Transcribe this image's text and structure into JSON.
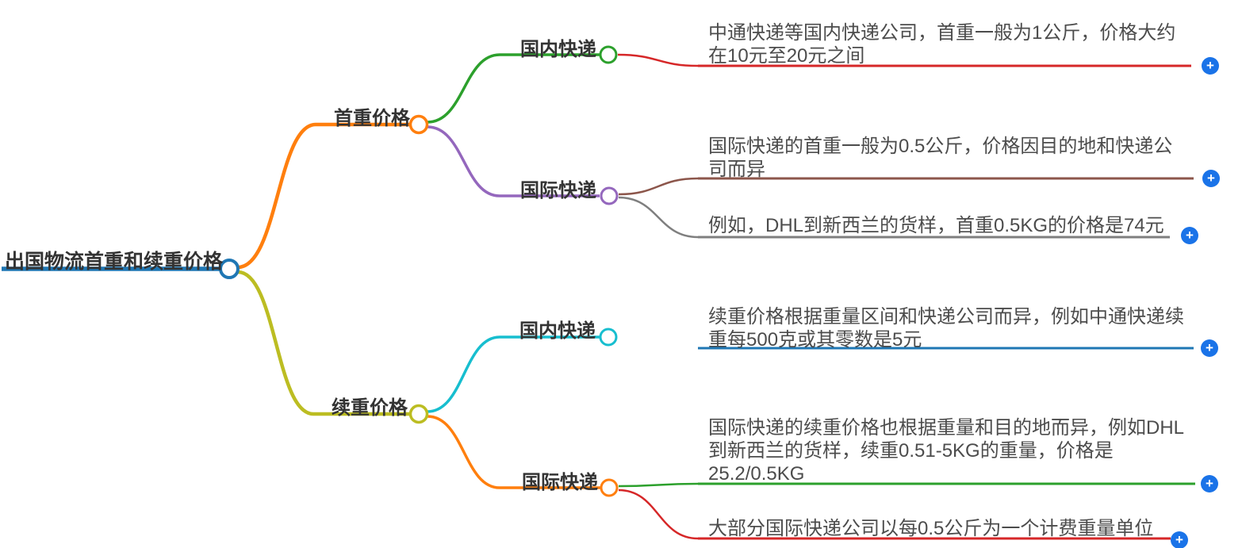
{
  "palette": {
    "root_blue": "#1f77b4",
    "orange": "#ff7f0e",
    "green": "#2ca02c",
    "red": "#d62728",
    "purple": "#9467bd",
    "brown": "#8c564b",
    "gray": "#7f7f7f",
    "olive": "#bcbd22",
    "cyan": "#17becf",
    "add_button_blue": "#1a73e8",
    "background": "#ffffff"
  },
  "icons": {
    "add": "+"
  },
  "mindmap": {
    "root": {
      "label": "出国物流首重和续重价格"
    },
    "branches": [
      {
        "label": "首重价格",
        "children": [
          {
            "label": "国内快递",
            "leaves": [
              {
                "lines": [
                  "中通快递等国内快递公司，首重一般为1公斤，价格大约",
                  "在10元至20元之间"
                ]
              }
            ]
          },
          {
            "label": "国际快递",
            "leaves": [
              {
                "lines": [
                  "国际快递的首重一般为0.5公斤，价格因目的地和快递公",
                  "司而异"
                ]
              },
              {
                "lines": [
                  "例如，DHL到新西兰的货样，首重0.5KG的价格是74元"
                ]
              }
            ]
          }
        ]
      },
      {
        "label": "续重价格",
        "children": [
          {
            "label": "国内快递",
            "leaves": [
              {
                "lines": [
                  "续重价格根据重量区间和快递公司而异，例如中通快递续",
                  "重每500克或其零数是5元"
                ]
              }
            ]
          },
          {
            "label": "国际快递",
            "leaves": [
              {
                "lines": [
                  "国际快递的续重价格也根据重量和目的地而异，例如DHL",
                  "到新西兰的货样，续重0.51-5KG的重量，价格是",
                  "25.2/0.5KG"
                ]
              },
              {
                "lines": [
                  "大部分国际快递公司以每0.5公斤为一个计费重量单位"
                ]
              }
            ]
          }
        ]
      }
    ]
  }
}
